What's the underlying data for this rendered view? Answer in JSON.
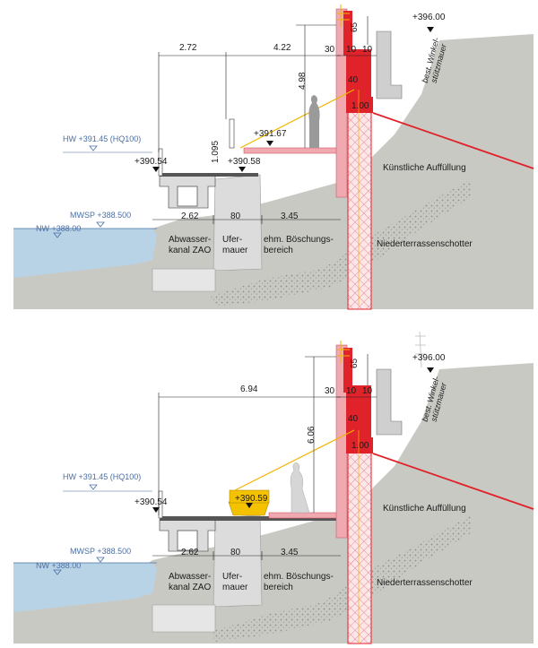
{
  "colors": {
    "water": "#b8d3e6",
    "ground": "#c9c9c4",
    "concrete": "#dcdcdc",
    "red": "#e0222a",
    "pink_wall": "#f0a9b0",
    "yellow": "#f5c200",
    "slope_line": "#f2b400",
    "hw_blue": "#4a6fa5"
  },
  "shared": {
    "hw_label": "HW +391.45 (HQ100)",
    "mwsp_label": "MWSP +388.500",
    "nw_label": "NW +388.00",
    "top_level": "+396.00",
    "dim_65": "65",
    "dim_30": "30",
    "dim_10a": "10",
    "dim_10b": "10",
    "dim_40": "40",
    "dim_100": "1.00",
    "wall_label_line1": "best. Winkel-",
    "wall_label_line2": "stützmauer",
    "fill_label": "Künstliche Auffüllung",
    "gravel_label": "Niederterrassenschotter",
    "dim_262": "2.62",
    "dim_80": "80",
    "dim_345": "3.45",
    "canal_line1": "Abwasser-",
    "canal_line2": "kanal ZAO",
    "shore_line1": "Ufer-",
    "shore_line2": "mauer",
    "slope_line1": "ehm. Böschungs-",
    "slope_line2": "bereich",
    "level_39054": "+390.54"
  },
  "top": {
    "dim_272": "2.72",
    "dim_422": "4.22",
    "dim_498": "4.98",
    "dim_1095": "1.095",
    "level_39167": "+391.67",
    "level_39058": "+390.58"
  },
  "bottom": {
    "dim_694": "6.94",
    "dim_606": "6.06",
    "level_39059": "+390.59"
  }
}
